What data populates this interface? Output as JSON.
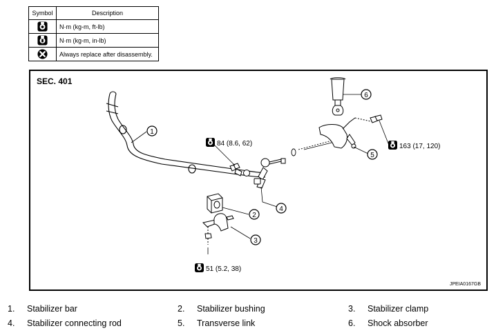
{
  "symbol_table": {
    "header_symbol": "Symbol",
    "header_description": "Description",
    "rows": [
      {
        "icon": "torque-ft-lb-icon",
        "description": "N·m (kg-m, ft-lb)"
      },
      {
        "icon": "torque-in-lb-icon",
        "description": "N·m (kg-m, in-lb)"
      },
      {
        "icon": "always-replace-icon",
        "description": "Always replace after disassembly."
      }
    ]
  },
  "diagram": {
    "section": "SEC. 401",
    "reference_code": "JPEIA0167GB",
    "callouts": [
      "1",
      "2",
      "3",
      "4",
      "5",
      "6"
    ],
    "torques": {
      "t84": "84 (8.6, 62)",
      "t163": "163 (17, 120)",
      "t51": "51 (5.2, 38)"
    }
  },
  "legend": [
    {
      "num": "1.",
      "label": "Stabilizer bar"
    },
    {
      "num": "2.",
      "label": "Stabilizer bushing"
    },
    {
      "num": "3.",
      "label": "Stabilizer clamp"
    },
    {
      "num": "4.",
      "label": "Stabilizer connecting rod"
    },
    {
      "num": "5.",
      "label": "Transverse link"
    },
    {
      "num": "6.",
      "label": "Shock absorber"
    }
  ]
}
